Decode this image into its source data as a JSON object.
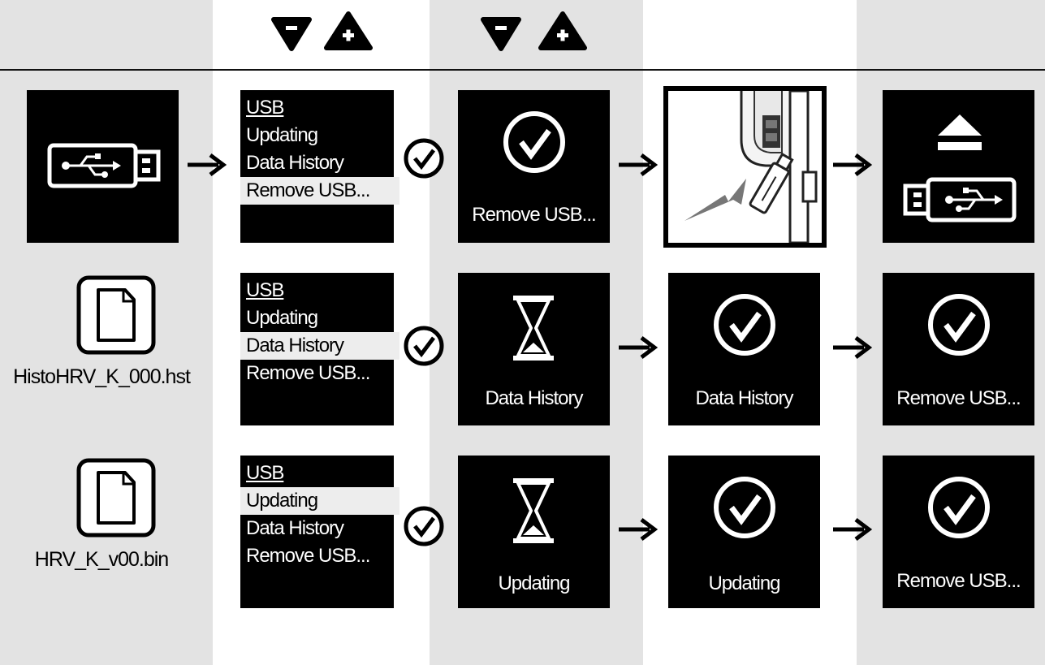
{
  "menu": {
    "title": "USB",
    "items": [
      "Updating",
      "Data History",
      "Remove USB..."
    ]
  },
  "rows": {
    "row1": {
      "step3_label": "Remove USB..."
    },
    "row2": {
      "file_name": "HistoHRV_K_000.hst",
      "step3_label": "Data History",
      "step4_label": "Data History",
      "step5_label": "Remove USB..."
    },
    "row3": {
      "file_name": "HRV_K_v00.bin",
      "step3_label": "Updating",
      "step4_label": "Updating",
      "step5_label": "Remove USB..."
    }
  },
  "icons": {
    "header": [
      "down-triangle-minus-icon",
      "up-triangle-plus-icon"
    ],
    "steps": [
      "usb-drive-icon",
      "confirm-check-icon",
      "hourglass-icon",
      "eject-icon",
      "document-icon"
    ]
  }
}
